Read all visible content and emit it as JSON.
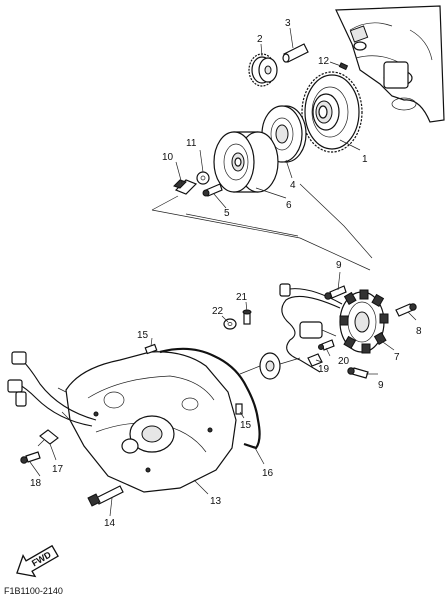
{
  "callouts": {
    "c1": "1",
    "c2": "2",
    "c3": "3",
    "c4": "4",
    "c5": "5",
    "c6": "6",
    "c7": "7",
    "c8": "8",
    "c9a": "9",
    "c9b": "9",
    "c10": "10",
    "c11": "11",
    "c12": "12",
    "c13": "13",
    "c14": "14",
    "c15a": "15",
    "c15b": "15",
    "c16": "16",
    "c17": "17",
    "c18": "18",
    "c19": "19",
    "c20": "20",
    "c21": "21",
    "c22": "22"
  },
  "fwd_label": "FWD",
  "footer_code": "F1B1100-2140"
}
